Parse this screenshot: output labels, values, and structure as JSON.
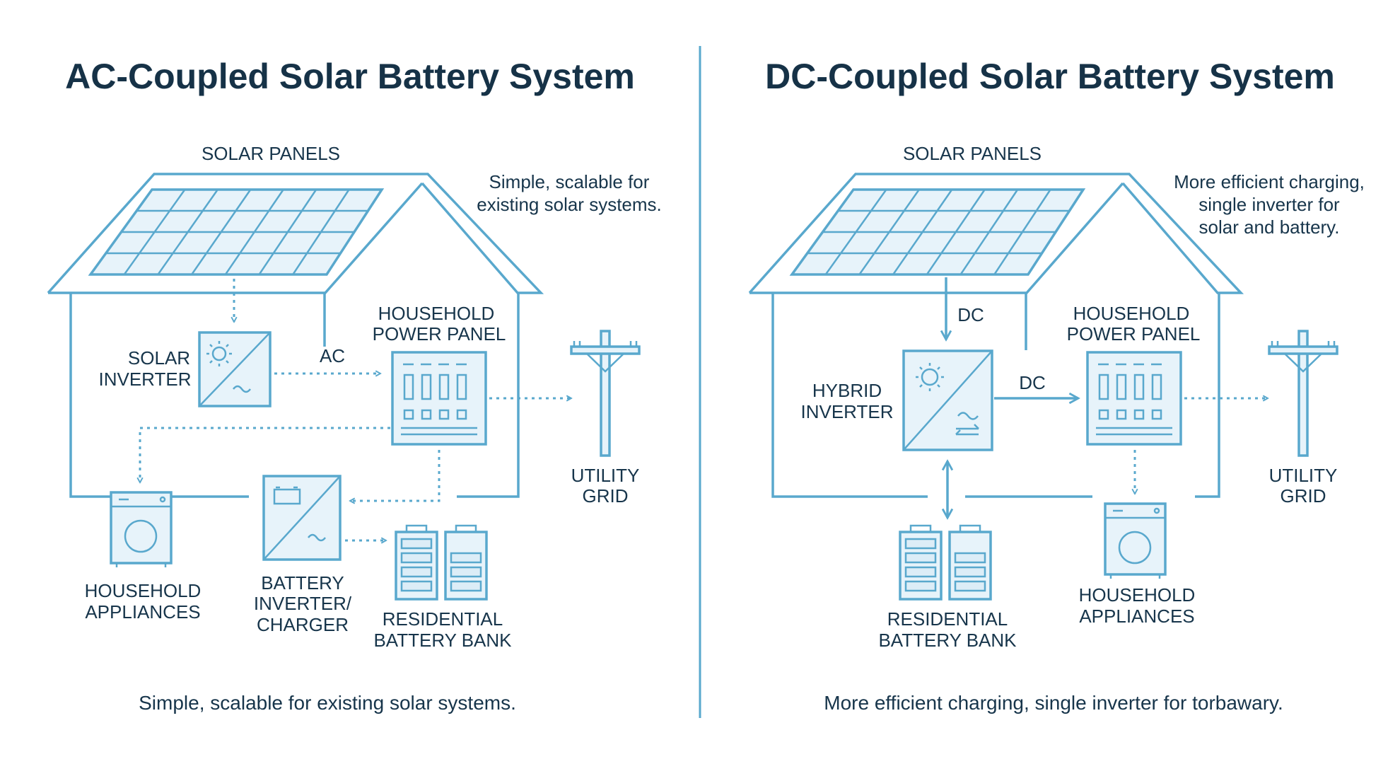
{
  "colors": {
    "line": "#59a8cd",
    "fill": "#e7f3fa",
    "text": "#17354b",
    "title": "#163247"
  },
  "ac": {
    "title": "AC-Coupled Solar Battery System",
    "solar_panels": "SOLAR PANELS",
    "note": [
      "Simple, scalable for",
      "existing solar systems."
    ],
    "solar_inverter": [
      "SOLAR",
      "INVERTER"
    ],
    "ac_label": "AC",
    "power_panel": [
      "HOUSEHOLD",
      "POWER PANEL"
    ],
    "utility_grid": [
      "UTILITY",
      "GRID"
    ],
    "appliances": [
      "HOUSEHOLD",
      "APPLIANCES"
    ],
    "battery_inverter": [
      "BATTERY",
      "INVERTER/",
      "CHARGER"
    ],
    "battery_bank": [
      "RESIDENTIAL",
      "BATTERY BANK"
    ],
    "caption": "Simple, scalable for existing solar systems."
  },
  "dc": {
    "title": "DC-Coupled Solar Battery System",
    "solar_panels": "SOLAR PANELS",
    "note": [
      "More efficient charging,",
      "single inverter for",
      "solar and battery."
    ],
    "dc_label_top": "DC",
    "hybrid_inverter": [
      "HYBRID",
      "INVERTER"
    ],
    "dc_label_right": "DC",
    "power_panel": [
      "HOUSEHOLD",
      "POWER PANEL"
    ],
    "utility_grid": [
      "UTILITY",
      "GRID"
    ],
    "battery_bank": [
      "RESIDENTIAL",
      "BATTERY BANK"
    ],
    "appliances": [
      "HOUSEHOLD",
      "APPLIANCES"
    ],
    "caption": "More efficient charging, single inverter for torbawary."
  },
  "icons": [
    "solar-panel-icon",
    "inverter-icon",
    "power-panel-icon",
    "utility-pole-icon",
    "washing-machine-icon",
    "battery-icon"
  ]
}
